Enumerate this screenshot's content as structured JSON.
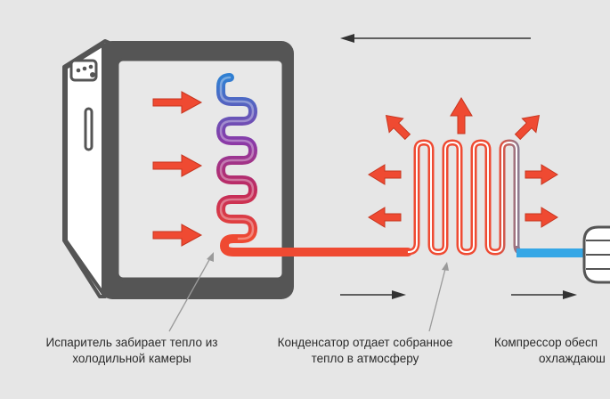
{
  "captions": {
    "evaporator": {
      "line1": "Испаритель забирает тепло из",
      "line2": "холодильной камеры"
    },
    "condenser": {
      "line1": "Конденсатор отдает собранное",
      "line2": "тепло в атмосферу"
    },
    "compressor": {
      "line1": "Компрессор обесп",
      "line2": "охлаждаюш"
    }
  },
  "colors": {
    "background": "#e6e6e6",
    "outline": "#555555",
    "hot": "#ef4a32",
    "cold": "#2f7fd2",
    "cold_light": "#35a7e6",
    "gradient_mid": "#8a3aa8",
    "gradient_mid2": "#c12a5c",
    "arrow": "#ef4a32",
    "leader": "#9a9a9a"
  },
  "icons": {
    "heat_in_arrows": "arrow-right-icon",
    "heat_out_arrows": "arrow-icon",
    "flow_arrows": "long-arrow-icon"
  }
}
